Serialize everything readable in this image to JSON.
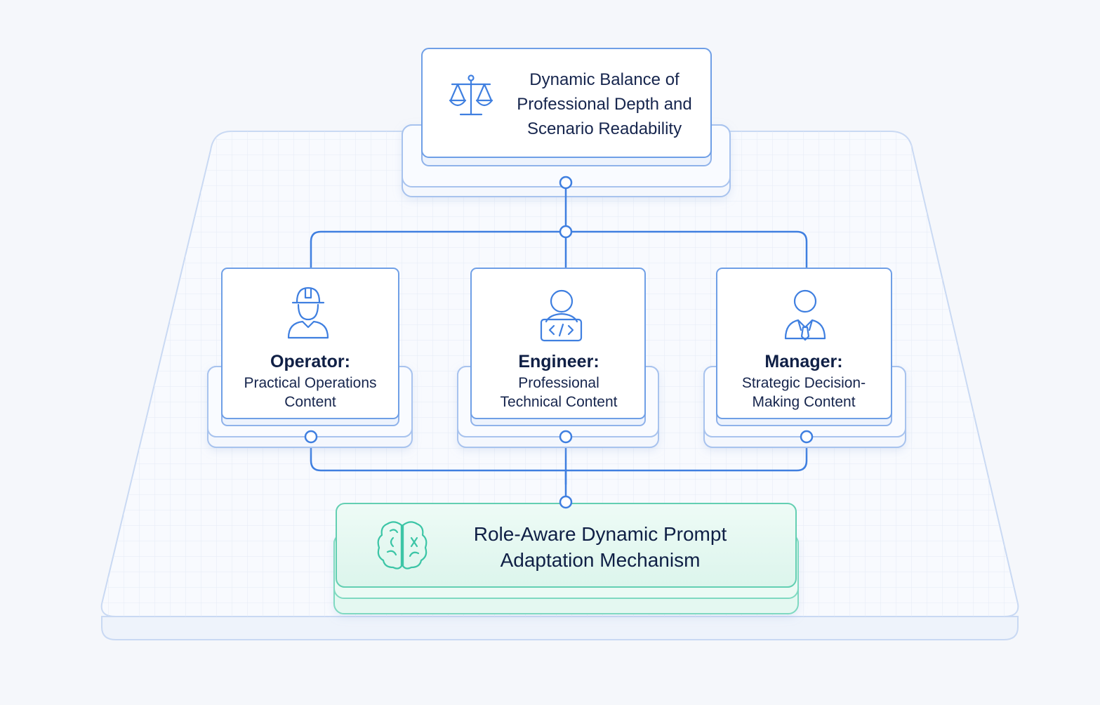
{
  "diagram": {
    "top_card": {
      "icon": "balance-scale-icon",
      "lines": [
        "Dynamic Balance of",
        "Professional Depth and",
        "Scenario Readability"
      ]
    },
    "roles": [
      {
        "icon": "hardhat-worker-icon",
        "title": "Operator:",
        "desc_lines": [
          "Practical Operations",
          "Content"
        ]
      },
      {
        "icon": "developer-code-icon",
        "title": "Engineer:",
        "desc_lines": [
          "Professional",
          "Technical Content"
        ]
      },
      {
        "icon": "business-person-tie-icon",
        "title": "Manager:",
        "desc_lines": [
          "Strategic Decision-",
          "Making Content"
        ]
      }
    ],
    "bottom_card": {
      "icon": "brain-icon",
      "lines": [
        "Role-Aware Dynamic Prompt",
        "Adaptation Mechanism"
      ]
    },
    "colors": {
      "accent_blue": "#3f7fe0",
      "accent_teal": "#3cc5a6",
      "text_dark": "#0f1f45",
      "platform_border": "#c9d9f3",
      "grid_line": "#e6ecf6"
    }
  }
}
